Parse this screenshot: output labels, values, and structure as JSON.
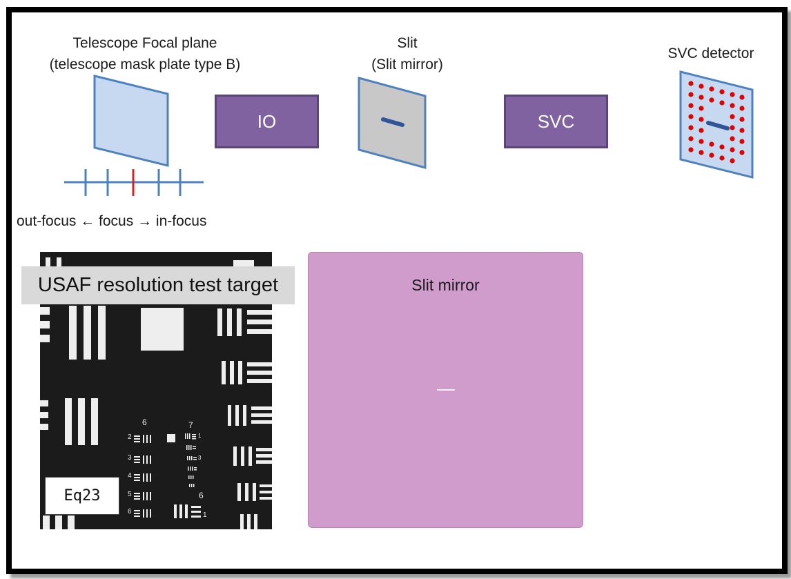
{
  "telescope": {
    "title_line1": "Telescope Focal plane",
    "title_line2": "(telescope mask plate type B)",
    "plate_color": "#c6d9f1",
    "scale_color": "#4f81bd",
    "focus_tick_color": "#e02020"
  },
  "focus_caption": "out-focus ← focus → in-focus",
  "io_box": {
    "label": "IO",
    "color": "#8062a0"
  },
  "slit": {
    "title_line1": "Slit",
    "title_line2": "(Slit mirror)"
  },
  "svc_box": {
    "label": "SVC",
    "color": "#8062a0"
  },
  "svc_detector": {
    "title": "SVC detector",
    "dot_color": "#e00000"
  },
  "usaf": {
    "title": "USAF resolution test target",
    "group_left": "6",
    "group_right": "7",
    "group_small": "6",
    "element_numbers_left": [
      "2",
      "3",
      "4",
      "5",
      "6"
    ],
    "element_numbers_right": [
      "1",
      "3"
    ],
    "element_number_bottom": "1",
    "eq_label": "Eq23"
  },
  "slit_mirror": {
    "title": "Slit mirror",
    "color": "#cf9ccc"
  }
}
